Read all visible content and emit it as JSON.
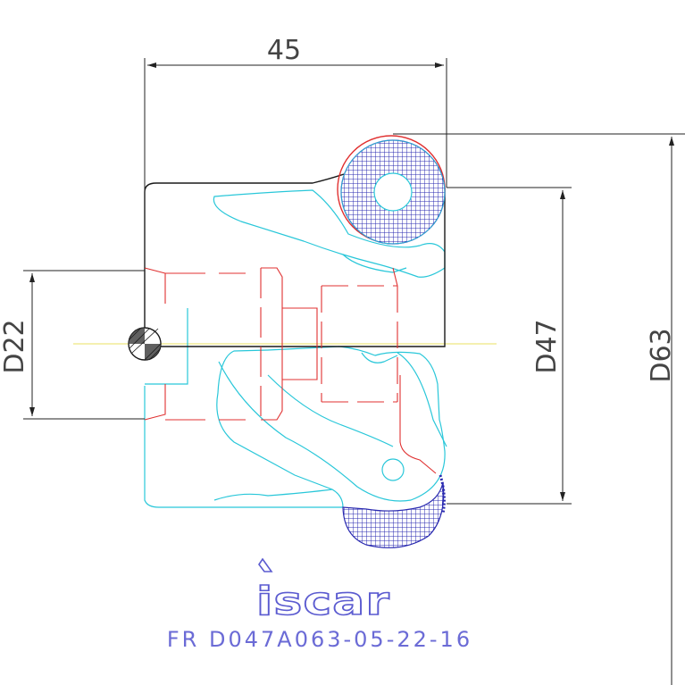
{
  "dimensions": {
    "width_label": "45",
    "bore_label": "D22",
    "cutting_dia_min_label": "D47",
    "cutting_dia_max_label": "D63"
  },
  "brand": {
    "logo_text": "iscar"
  },
  "part_code": "FR D047A063-05-22-16",
  "colors": {
    "outline": "#1a1a1a",
    "insert_cyan": "#29c7d9",
    "bore_red": "#e03030",
    "hatch_blue": "#2a2ab0",
    "logo_blue": "#5b5bd0",
    "centerline_yellow": "#e8e060"
  }
}
